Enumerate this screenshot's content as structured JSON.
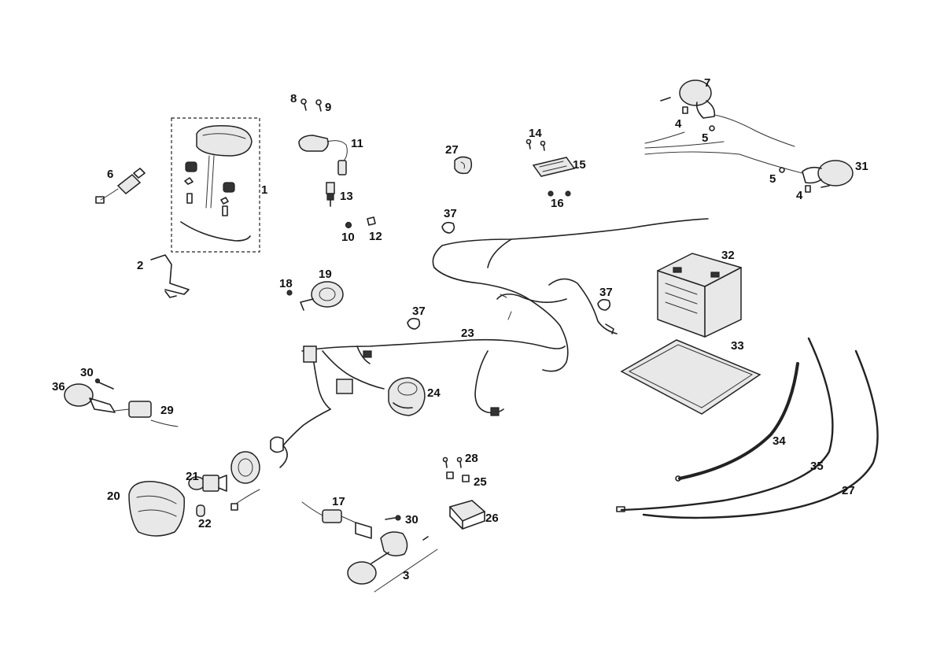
{
  "callouts": [
    {
      "id": "c1",
      "text": "1"
    },
    {
      "id": "c2",
      "text": "2"
    },
    {
      "id": "c3",
      "text": "3"
    },
    {
      "id": "c4a",
      "text": "4"
    },
    {
      "id": "c4b",
      "text": "4"
    },
    {
      "id": "c5a",
      "text": "5"
    },
    {
      "id": "c5b",
      "text": "5"
    },
    {
      "id": "c6",
      "text": "6"
    },
    {
      "id": "c7",
      "text": "7"
    },
    {
      "id": "c8",
      "text": "8"
    },
    {
      "id": "c9",
      "text": "9"
    },
    {
      "id": "c10",
      "text": "10"
    },
    {
      "id": "c11",
      "text": "11"
    },
    {
      "id": "c12",
      "text": "12"
    },
    {
      "id": "c13",
      "text": "13"
    },
    {
      "id": "c14",
      "text": "14"
    },
    {
      "id": "c15",
      "text": "15"
    },
    {
      "id": "c16",
      "text": "16"
    },
    {
      "id": "c17",
      "text": "17"
    },
    {
      "id": "c18",
      "text": "18"
    },
    {
      "id": "c19",
      "text": "19"
    },
    {
      "id": "c20",
      "text": "20"
    },
    {
      "id": "c21",
      "text": "21"
    },
    {
      "id": "c22",
      "text": "22"
    },
    {
      "id": "c23",
      "text": "23"
    },
    {
      "id": "c24",
      "text": "24"
    },
    {
      "id": "c25",
      "text": "25"
    },
    {
      "id": "c26",
      "text": "26"
    },
    {
      "id": "c27a",
      "text": "27"
    },
    {
      "id": "c27b",
      "text": "27"
    },
    {
      "id": "c28",
      "text": "28"
    },
    {
      "id": "c29",
      "text": "29"
    },
    {
      "id": "c30a",
      "text": "30"
    },
    {
      "id": "c30b",
      "text": "30"
    },
    {
      "id": "c31",
      "text": "31"
    },
    {
      "id": "c32",
      "text": "32"
    },
    {
      "id": "c33",
      "text": "33"
    },
    {
      "id": "c34",
      "text": "34"
    },
    {
      "id": "c35",
      "text": "35"
    },
    {
      "id": "c36",
      "text": "36"
    },
    {
      "id": "c37a",
      "text": "37"
    },
    {
      "id": "c37b",
      "text": "37"
    },
    {
      "id": "c37c",
      "text": "37"
    }
  ]
}
